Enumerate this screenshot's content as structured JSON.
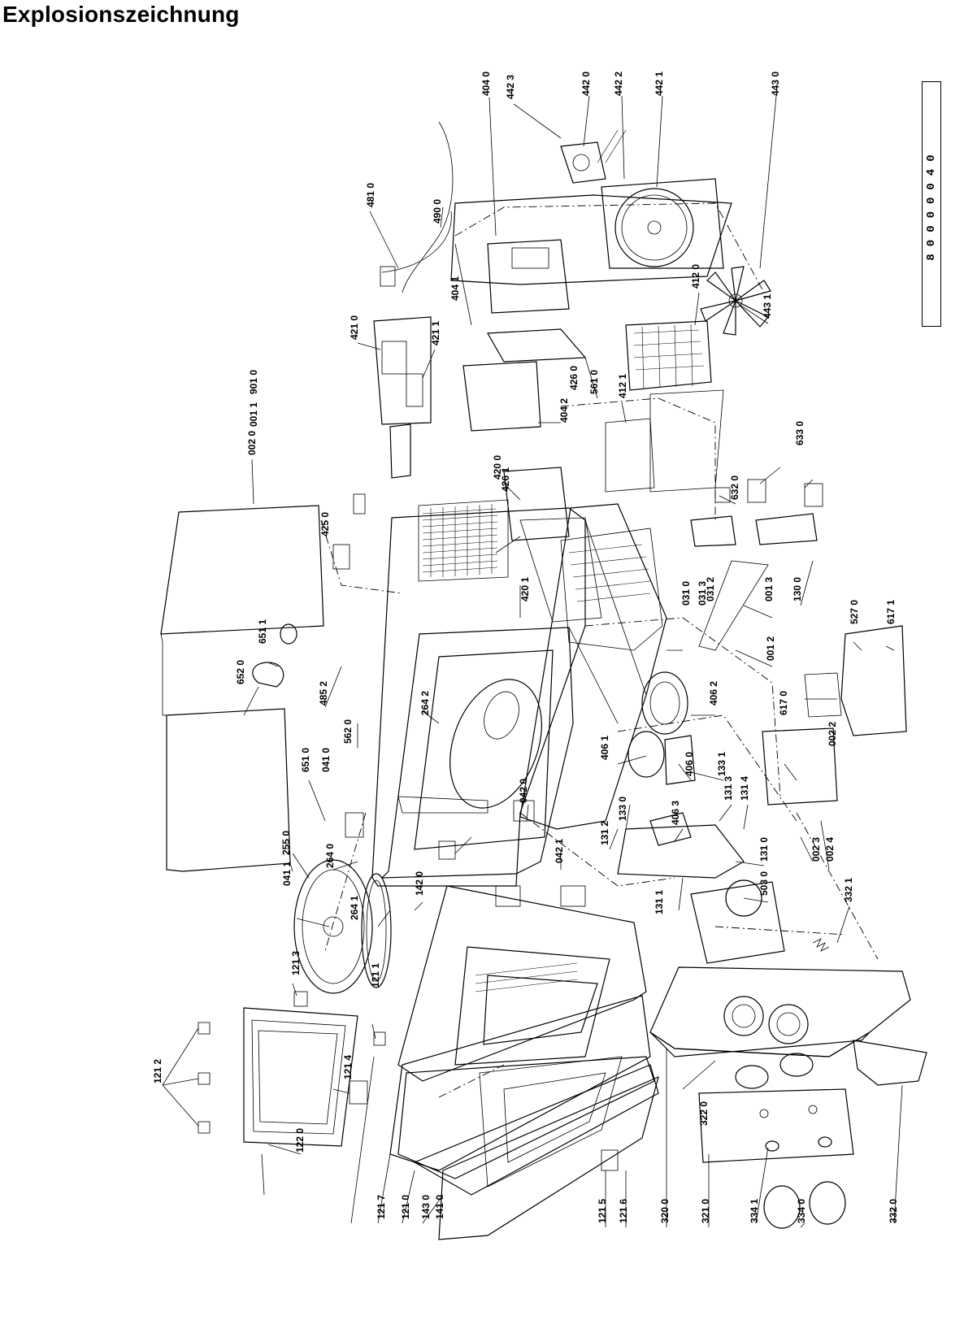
{
  "title": "Explosionszeichnung",
  "drawing_number": "80000040",
  "diagram_type": "exploded parts view",
  "part_labels": [
    "002 0",
    "001 1",
    "901 0",
    "425 0",
    "481 0",
    "490 0",
    "404 0",
    "442 3",
    "442 0",
    "442 2",
    "442 1",
    "443 0",
    "404 1",
    "421 0",
    "421 1",
    "404 2",
    "426 0",
    "561 0",
    "412 1",
    "412 0",
    "443 1",
    "420 0",
    "426 1",
    "420 1",
    "632 0",
    "633 0",
    "031 0",
    "031 3",
    "031 2",
    "001 3",
    "130 0",
    "001 2",
    "527 0",
    "617 1",
    "651 1",
    "652 0",
    "485 2",
    "264 2",
    "406 2",
    "617 0",
    "562 0",
    "651 0",
    "041 0",
    "406 1",
    "406 0",
    "133 1",
    "002 2",
    "131 3",
    "131 4",
    "042 0",
    "255 0",
    "264 0",
    "041 1",
    "264 1",
    "142 0",
    "042 1",
    "131 2",
    "133 0",
    "406 3",
    "121 3",
    "121 1",
    "131 1",
    "131 0",
    "503 0",
    "002 3",
    "002 4",
    "332 1",
    "121 2",
    "121 4",
    "122 0",
    "121 7",
    "121 0",
    "143 0",
    "141 0",
    "121 5",
    "121 6",
    "320 0",
    "322 0",
    "321 0",
    "334 1",
    "334 0",
    "332 0"
  ]
}
